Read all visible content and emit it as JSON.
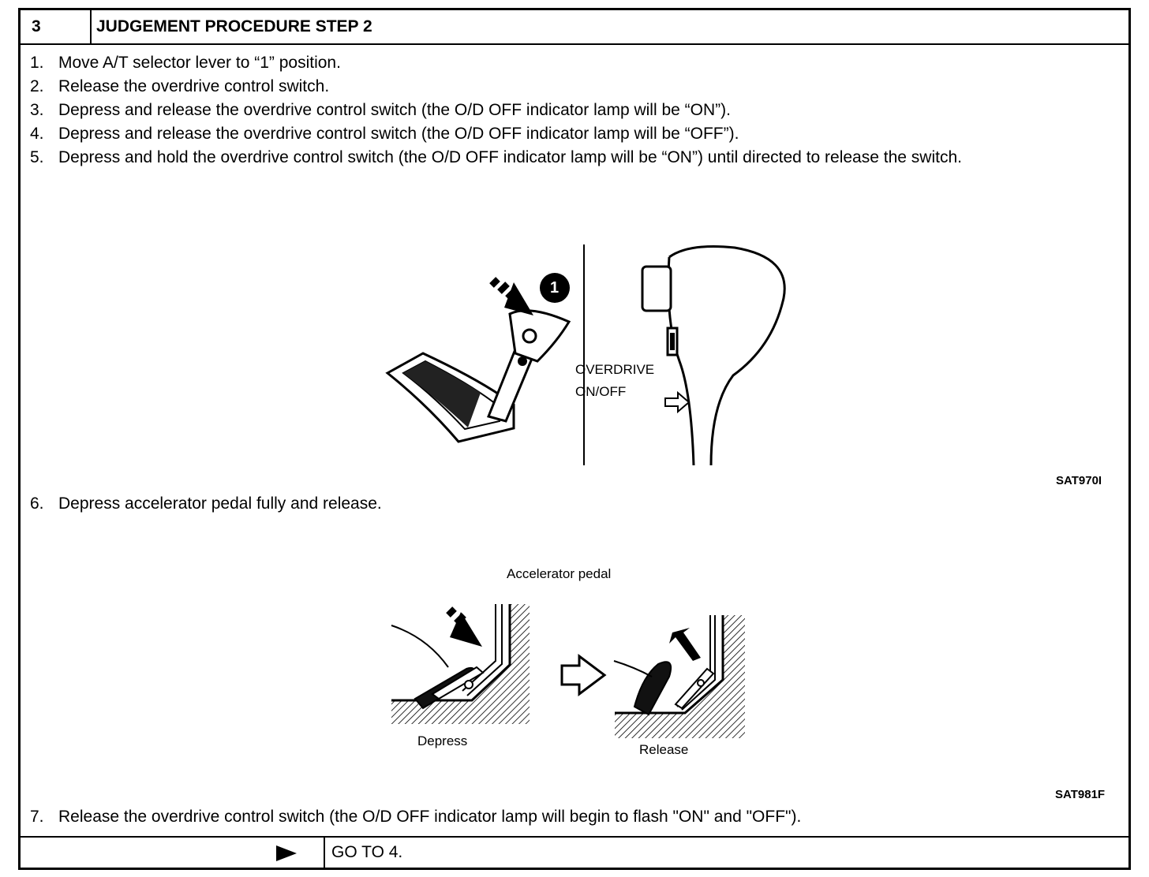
{
  "header": {
    "step_number": "3",
    "title": "JUDGEMENT PROCEDURE STEP 2"
  },
  "steps_a": [
    {
      "num": "1.",
      "text": "Move A/T selector lever to “1” position."
    },
    {
      "num": "2.",
      "text": "Release the overdrive control switch."
    },
    {
      "num": "3.",
      "text": "Depress and release the overdrive control switch (the O/D OFF indicator lamp will be “ON”)."
    },
    {
      "num": "4.",
      "text": "Depress and release the overdrive control switch (the O/D OFF indicator lamp will be “OFF”)."
    },
    {
      "num": "5.",
      "text": "Depress and hold the overdrive control switch (the O/D OFF indicator lamp will be “ON”) until directed to release the switch."
    }
  ],
  "figure1": {
    "callout_number": "1",
    "overdrive_label_1": "OVERDRIVE",
    "overdrive_label_2": "ON/OFF",
    "code": "SAT970I"
  },
  "step6": {
    "num": "6.",
    "text": "Depress accelerator pedal fully and release."
  },
  "figure2": {
    "title": "Accelerator pedal",
    "depress_label": "Depress",
    "release_label": "Release",
    "code": "SAT981F"
  },
  "step7": {
    "num": "7.",
    "text": "Release the overdrive control switch (the O/D OFF indicator lamp will begin to flash \"ON\" and \"OFF\")."
  },
  "footer": {
    "goto": "GO TO 4."
  }
}
